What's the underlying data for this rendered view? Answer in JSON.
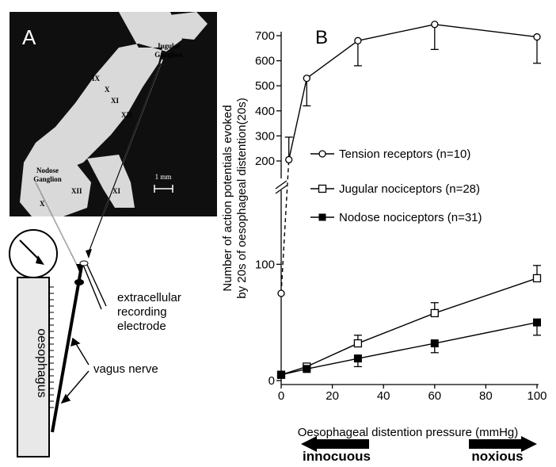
{
  "panel_a": {
    "label": "A",
    "micrograph_labels": {
      "jugular": "Jugular Ganglion",
      "nodose": "Nodose Ganglion",
      "ix": "IX",
      "x_upper": "X",
      "xi_upper": "XI",
      "xii_upper": "XII",
      "xii_lower": "XII",
      "xi_lower": "XI",
      "x_lower": "X",
      "scale": "1 mm"
    },
    "oesophagus_label": "oesophagus",
    "electrode_label_line1": "extracellular",
    "electrode_label_line2": "recording",
    "electrode_label_line3": "electrode",
    "vagus_label": "vagus nerve"
  },
  "panel_b": {
    "label": "B",
    "chart_data": {
      "type": "line",
      "xlabel": "Oesophageal distention pressure (mmHg)",
      "ylabel_line1": "Number of action potentials evoked",
      "ylabel_line2": "by 20s of oesophageal distention(20s)",
      "x_ticks": [
        0,
        20,
        40,
        60,
        80,
        100
      ],
      "xlim": [
        0,
        100
      ],
      "y_ticks_lower": [
        0,
        100
      ],
      "y_ticks_upper": [
        200,
        300,
        400,
        500,
        600,
        700
      ],
      "ylim_lower": [
        0,
        150
      ],
      "ylim_upper": [
        200,
        700
      ],
      "axis_break": true,
      "legend_position": "right-middle",
      "series": [
        {
          "name": "Tension receptors (n=10)",
          "marker": "open-circle",
          "x": [
            0,
            3,
            10,
            30,
            60,
            100
          ],
          "y": [
            75,
            205,
            530,
            680,
            745,
            695
          ],
          "error_up": [
            0,
            90,
            0,
            0,
            0,
            0
          ],
          "error_down": [
            0,
            0,
            110,
            100,
            100,
            105
          ]
        },
        {
          "name": "Jugular nociceptors (n=28)",
          "marker": "open-square",
          "x": [
            0,
            10,
            30,
            60,
            100
          ],
          "y": [
            5,
            12,
            32,
            58,
            88
          ],
          "error_up": [
            0,
            0,
            7,
            9,
            11
          ],
          "error_down": [
            0,
            0,
            0,
            0,
            0
          ]
        },
        {
          "name": "Nodose nociceptors (n=31)",
          "marker": "filled-square",
          "x": [
            0,
            10,
            30,
            60,
            100
          ],
          "y": [
            5,
            10,
            19,
            32,
            50
          ],
          "error_up": [
            0,
            0,
            0,
            0,
            0
          ],
          "error_down": [
            0,
            0,
            7,
            8,
            11
          ]
        }
      ]
    },
    "arrow_left_label": "innocuous",
    "arrow_right_label": "noxious"
  }
}
